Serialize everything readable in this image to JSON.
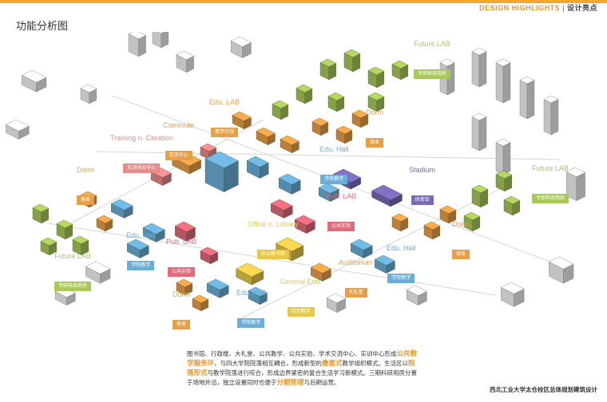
{
  "header": {
    "highlights_en": "DESIGN HIGHLIGHTS",
    "highlights_sep": "|",
    "highlights_cn": "设计亮点",
    "accent_color": "#f0a830"
  },
  "page_title": "功能分析图",
  "colors": {
    "lab": "#a8c85a",
    "edu_hall": "#6aaed6",
    "edu_lab": "#e8a048",
    "dorm": "#e8a048",
    "pub_lab": "#e26a7a",
    "training": "#e88a8a",
    "library": "#e8c84a",
    "stadium": "#7a68b8",
    "commute": "#e8a048"
  },
  "labels": [
    {
      "id": "future-lab-top",
      "en": "Future LAB",
      "cn": "专职科研用房",
      "kind": "lab"
    },
    {
      "id": "edu-lab",
      "en": "Edu. LAB",
      "cn": "教学实验",
      "kind": "edu_lab"
    },
    {
      "id": "dorm-top",
      "en": "Dorm",
      "cn": "宿舍",
      "kind": "dorm"
    },
    {
      "id": "commute",
      "en": "Commute",
      "cn": "交流中心",
      "kind": "commute"
    },
    {
      "id": "training",
      "en": "Training n. Creation",
      "cn": "实训创业中心",
      "kind": "training"
    },
    {
      "id": "edu-hall-center",
      "en": "Edu. Hall",
      "cn": "学院教学",
      "kind": "edu_hall"
    },
    {
      "id": "future-lab-right",
      "en": "Future LAB",
      "cn": "专职科研用房",
      "kind": "lab"
    },
    {
      "id": "stadium",
      "en": "Stadium",
      "cn": "体育馆",
      "kind": "stadium"
    },
    {
      "id": "dorm-left",
      "en": "Dorm",
      "cn": "宿舍",
      "kind": "dorm"
    },
    {
      "id": "pub-lab-center",
      "en": "Pub. LAB",
      "cn": "公共实验",
      "kind": "pub_lab"
    },
    {
      "id": "office-library",
      "en": "Office n. Library",
      "cn": "办公图书馆",
      "kind": "library"
    },
    {
      "id": "dorm-right",
      "en": "Dorm",
      "cn": "宿舍",
      "kind": "dorm"
    },
    {
      "id": "edu-hall-left",
      "en": "Edu. Hall",
      "cn": "学院教学",
      "kind": "edu_hall"
    },
    {
      "id": "pub-lab-left",
      "en": "Pub. LAB",
      "cn": "公共实验",
      "kind": "pub_lab"
    },
    {
      "id": "edu-hall-right",
      "en": "Edu. Hall",
      "cn": "学院教学",
      "kind": "edu_hall"
    },
    {
      "id": "future-lab-left",
      "en": "Future LAB",
      "cn": "专职科研用房",
      "kind": "lab"
    },
    {
      "id": "auditorium",
      "en": "Auditorium",
      "cn": "大礼堂",
      "kind": "dorm"
    },
    {
      "id": "general-edu",
      "en": "General Edu.",
      "cn": "综合教学",
      "kind": "library"
    },
    {
      "id": "edu-hall-bottom",
      "en": "Edu. Hall",
      "cn": "学院教学",
      "kind": "edu_hall"
    },
    {
      "id": "dorm-bottom",
      "en": "Dorm",
      "cn": "宿舍",
      "kind": "dorm"
    }
  ],
  "description": {
    "p1": "图书馆、行政楼、大礼堂、公共教学、公共实验、学术交流中心、实训中心形成",
    "h1": "公共教学服务环",
    "p2": "，与四大学院院落相互耦合，形成新型的",
    "h2": "叠套式",
    "p3": "教学组织模式。生活区以",
    "h3": "院落形式",
    "p4": "与教学院落进行咬合，形成边界紧密的复合生活学习新模式。三期科研用房分置于场地外沿，独立设置同时也便于",
    "h4": "分期管理",
    "p5": "与后期运营。"
  },
  "footer": "西北工业大学太仓校区总体规划建筑设计"
}
